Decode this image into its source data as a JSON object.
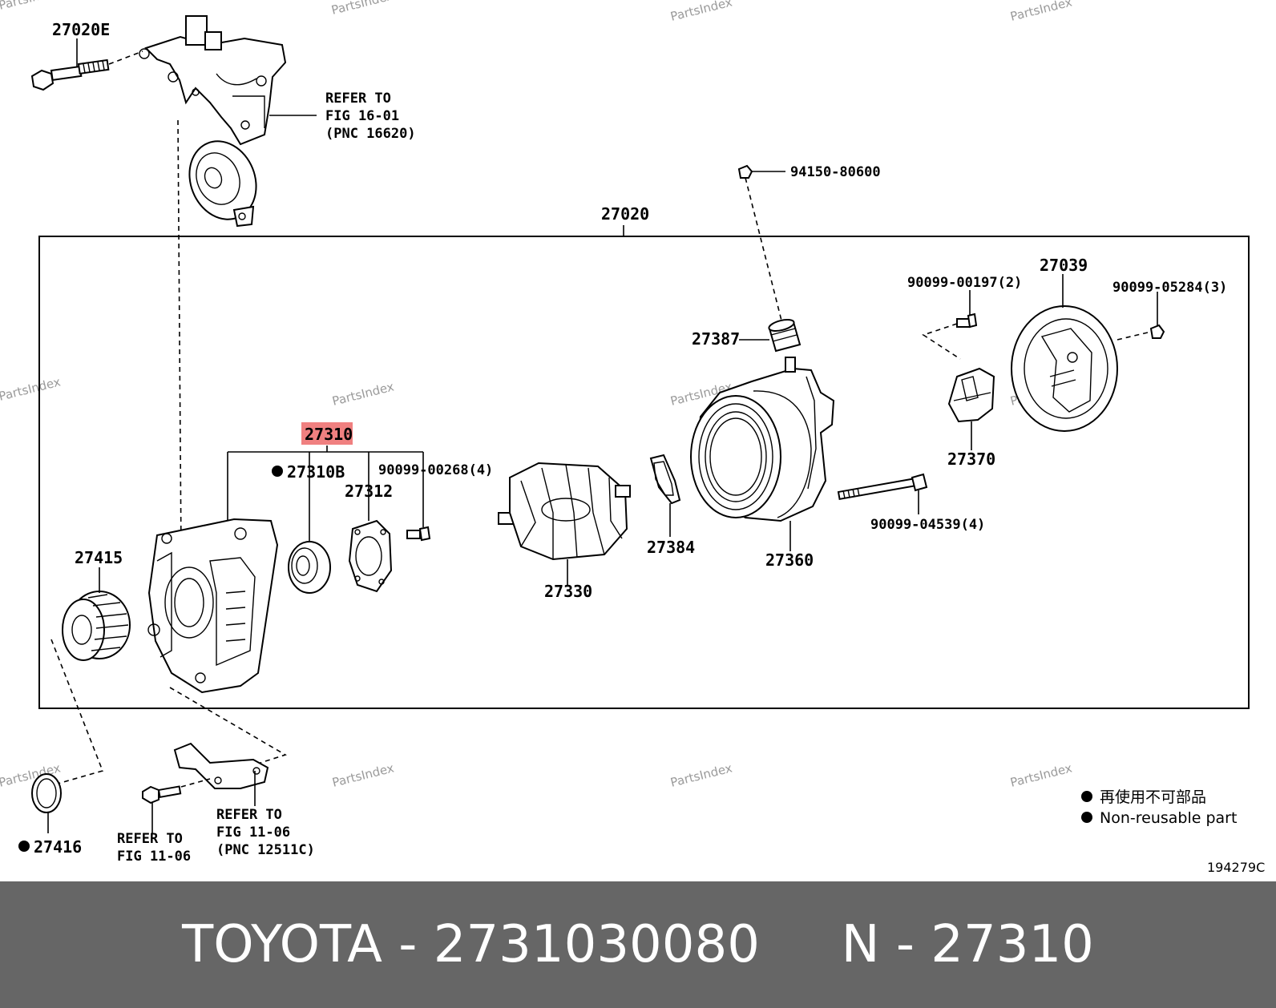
{
  "watermark": "PartsIndex",
  "callouts": {
    "p27020E": "27020E",
    "refer_a_1": "REFER TO",
    "refer_a_2": "FIG 16-01",
    "refer_a_3": "(PNC 16620)",
    "p94150": "94150-80600",
    "p27020": "27020",
    "p90099_00197": "90099-00197(2)",
    "p27039": "27039",
    "p90099_05284": "90099-05284(3)",
    "p27387": "27387",
    "p27310": "27310",
    "p27310B": "27310B",
    "p27312": "27312",
    "p90099_00268": "90099-00268(4)",
    "p27370": "27370",
    "p27415": "27415",
    "p27384": "27384",
    "p27360": "27360",
    "p90099_04539": "90099-04539(4)",
    "p27330": "27330",
    "p27416": "27416",
    "refer_b_1": "REFER TO",
    "refer_b_2": "FIG 11-06",
    "refer_c_1": "REFER TO",
    "refer_c_2": "FIG 11-06",
    "refer_c_3": "(PNC 12511C)"
  },
  "legend": {
    "jp": "再使用不可部品",
    "en": "Non-reusable part"
  },
  "figure_code": "194279C",
  "footer": {
    "text": "TOYOTA - 2731030080     N - 27310"
  },
  "colors": {
    "highlight": "#f08080",
    "footer_bg": "#666666",
    "footer_text": "#ffffff"
  }
}
